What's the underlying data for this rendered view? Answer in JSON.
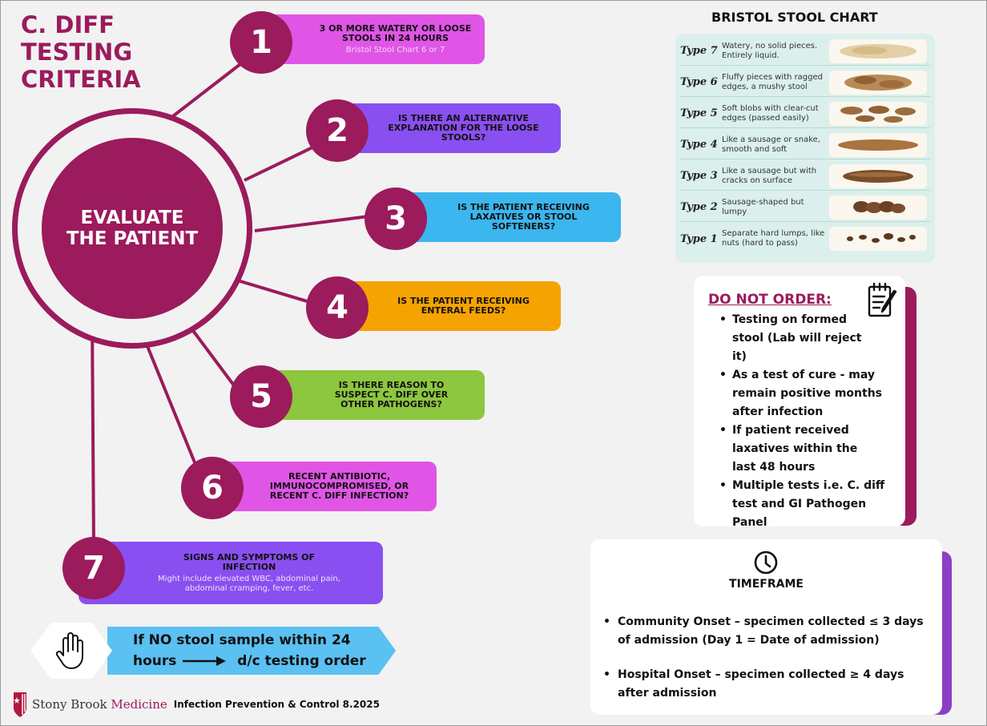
{
  "title": [
    "C. DIFF",
    "TESTING",
    "CRITERIA"
  ],
  "center": [
    "EVALUATE",
    "THE PATIENT"
  ],
  "criteria": [
    {
      "num": "1",
      "text": "3 OR MORE WATERY OR LOOSE STOOLS IN 24 HOURS",
      "sub": "Bristol Stool Chart 6 or 7",
      "color": "#e055e6"
    },
    {
      "num": "2",
      "text": "IS THERE AN ALTERNATIVE EXPLANATION FOR THE LOOSE STOOLS?",
      "sub": "",
      "color": "#8a4ff0"
    },
    {
      "num": "3",
      "text": "IS THE PATIENT RECEIVING LAXATIVES OR STOOL SOFTENERS?",
      "sub": "",
      "color": "#3bb6ee"
    },
    {
      "num": "4",
      "text": "IS THE PATIENT RECEIVING ENTERAL FEEDS?",
      "sub": "",
      "color": "#f5a300"
    },
    {
      "num": "5",
      "text": "IS THERE REASON TO SUSPECT C. DIFF OVER OTHER PATHOGENS?",
      "sub": "",
      "color": "#8dc63f"
    },
    {
      "num": "6",
      "text": "RECENT ANTIBIOTIC, IMMUNOCOMPROMISED, OR RECENT C. DIFF INFECTION?",
      "sub": "",
      "color": "#e055e6"
    },
    {
      "num": "7",
      "text": "SIGNS AND SYMPTOMS OF INFECTION",
      "sub": "Might include elevated WBC, abdominal pain, abdominal cramping, fever, etc.",
      "color": "#8a4ff0"
    }
  ],
  "stop_note": {
    "line1": "If NO stool sample within 24",
    "line2_a": "hours",
    "line2_b": "d/c testing order"
  },
  "footer": {
    "logo_a": "Stony Brook ",
    "logo_b": "Medicine",
    "dept": "Infection Prevention & Control 8.2025"
  },
  "bristol": {
    "title": "BRISTOL STOOL CHART",
    "rows": [
      {
        "type": "Type 7",
        "desc": "Watery, no solid pieces. Entirely liquid."
      },
      {
        "type": "Type 6",
        "desc": "Fluffy pieces with ragged edges, a mushy stool"
      },
      {
        "type": "Type 5",
        "desc": "Soft blobs with clear-cut edges (passed easily)"
      },
      {
        "type": "Type 4",
        "desc": "Like a sausage or snake, smooth and soft"
      },
      {
        "type": "Type 3",
        "desc": "Like a sausage but with cracks on surface"
      },
      {
        "type": "Type 2",
        "desc": "Sausage-shaped but lumpy"
      },
      {
        "type": "Type 1",
        "desc": "Separate hard lumps, like nuts (hard to pass)"
      }
    ]
  },
  "do_not_order": {
    "heading": "DO NOT ORDER:",
    "items": [
      "Testing on formed stool (Lab will reject it)",
      "As a test of cure - may remain positive months after infection",
      "If patient received laxatives within the last 48 hours",
      "Multiple tests i.e. C. diff test and GI Pathogen Panel"
    ]
  },
  "timeframe": {
    "heading": "TIMEFRAME",
    "items": [
      "Community Onset – specimen collected ≤ 3 days of admission (Day 1 = Date of admission)",
      "Hospital Onset – specimen collected ≥ 4 days after admission"
    ]
  },
  "icons": [
    "hand-stop-icon",
    "notepad-icon",
    "clock-icon",
    "arrow-right-icon",
    "shield-logo-icon"
  ]
}
